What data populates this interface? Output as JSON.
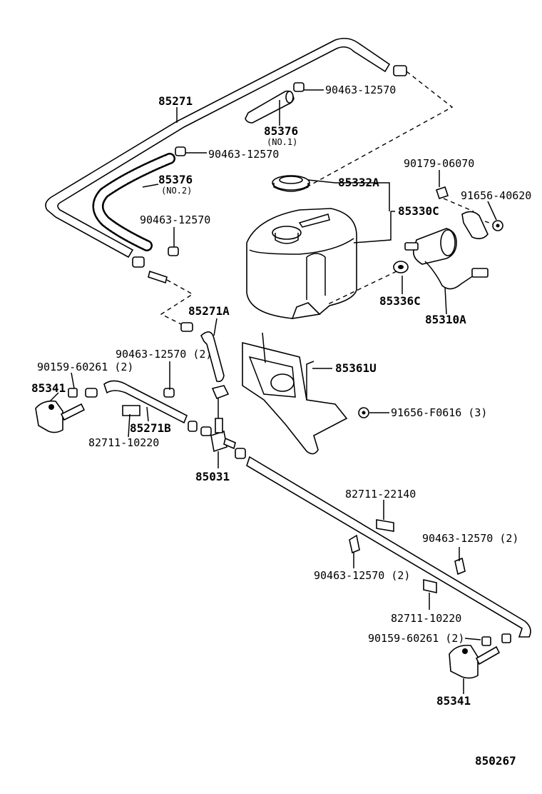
{
  "diagram_id": "850267",
  "labels": {
    "hose_main_upper": "85271",
    "hose_no1": "85376",
    "hose_no1_note": "(NO.1)",
    "clip_top": "90463-12570",
    "clip_mid": "90463-12570",
    "hose_no2": "85376",
    "hose_no2_note": "(NO.2)",
    "clip_left": "90463-12570",
    "bolt_90179": "90179-06070",
    "cap_85332a": "85332A",
    "nut_91656_40620": "91656-40620",
    "tank_85330c": "85330C",
    "grommet_85336c": "85336C",
    "pump_85310a": "85310A",
    "hose_85271a": "85271A",
    "bracket_85361u": "85361U",
    "clip_left_2": "90463-12570 (2)",
    "washer_90159_left": "90159-60261 (2)",
    "nozzle_left": "85341",
    "hose_85271b": "85271B",
    "clamp_82711_10220_left": "82711-10220",
    "nut_91656_f0616": "91656-F0616 (3)",
    "joint_85031": "85031",
    "clamp_82711_22140": "82711-22140",
    "clip_right": "90463-12570 (2)",
    "clip_center": "90463-12570 (2)",
    "clamp_82711_10220_right": "82711-10220",
    "washer_90159_right": "90159-60261 (2)",
    "nozzle_right": "85341"
  }
}
